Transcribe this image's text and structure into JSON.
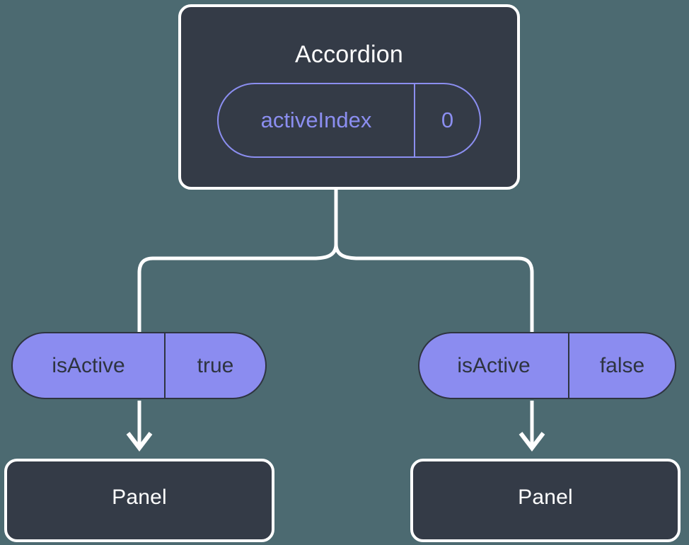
{
  "diagram": {
    "type": "component-tree",
    "background_color": "#4c6a71",
    "node_fill_color": "#343b47",
    "node_border_color": "#ffffff",
    "accent_color": "#8b8cf0",
    "outline_accent_color": "#8b8ef0",
    "connector_color": "#ffffff",
    "dark_text_color": "#2e3440"
  },
  "root": {
    "title": "Accordion",
    "state_pill": {
      "key": "activeIndex",
      "value": "0"
    }
  },
  "branches": [
    {
      "prop_pill": {
        "key": "isActive",
        "value": "true"
      },
      "child": {
        "title": "Panel"
      }
    },
    {
      "prop_pill": {
        "key": "isActive",
        "value": "false"
      },
      "child": {
        "title": "Panel"
      }
    }
  ]
}
